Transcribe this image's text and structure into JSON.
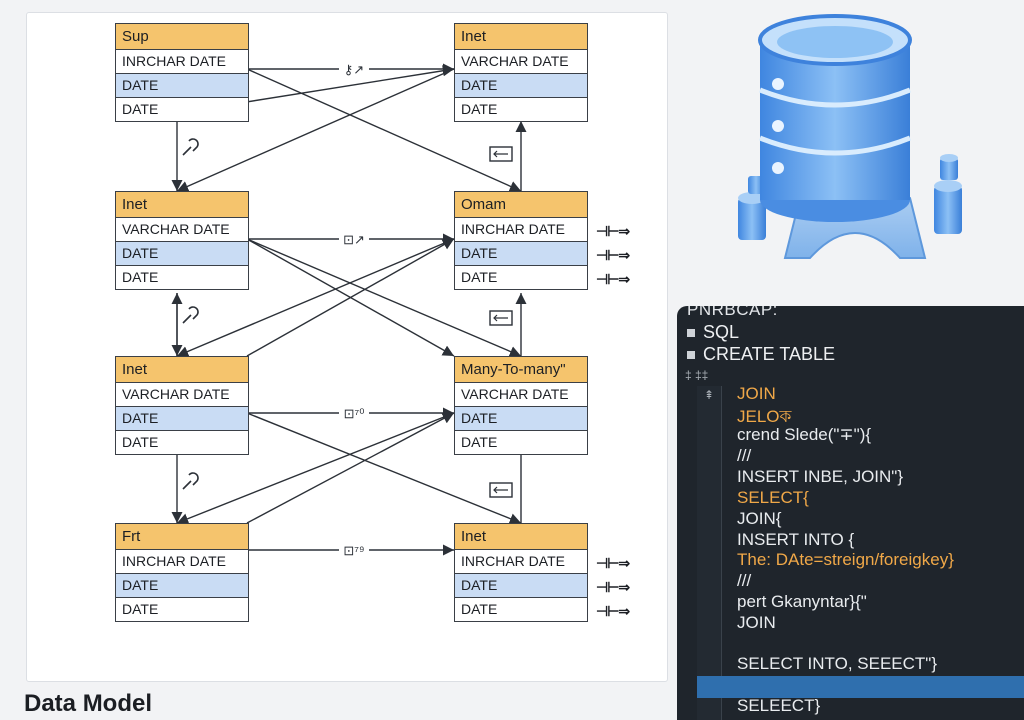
{
  "diagram": {
    "title": "Data Model",
    "tables": [
      {
        "id": "t1",
        "name": "Sup",
        "rows": [
          "INRCHAR DATE",
          "DATE",
          "DATE"
        ]
      },
      {
        "id": "t2",
        "name": "Inet",
        "rows": [
          "VARCHAR DATE",
          "DATE",
          "DATE"
        ]
      },
      {
        "id": "t3",
        "name": "Inet",
        "rows": [
          "VARCHAR DATE",
          "DATE",
          "DATE"
        ]
      },
      {
        "id": "t4",
        "name": "Omam",
        "rows": [
          "INRCHAR DATE",
          "DATE",
          "DATE"
        ]
      },
      {
        "id": "t5",
        "name": "Inet",
        "rows": [
          "VARCHAR DATE",
          "DATE",
          "DATE"
        ]
      },
      {
        "id": "t6",
        "name": "Many-To-many\"",
        "rows": [
          "VARCHAR DATE",
          "DATE",
          "DATE"
        ]
      },
      {
        "id": "t7",
        "name": "Frt",
        "rows": [
          "INRCHAR DATE",
          "DATE",
          "DATE"
        ]
      },
      {
        "id": "t8",
        "name": "Inet",
        "rows": [
          "INRCHAR DATE",
          "DATE",
          "DATE"
        ]
      }
    ],
    "relation_labels": [
      "⚷↗",
      "⊡↗",
      "⊡⁷⁰",
      "⊡⁷⁹"
    ],
    "side_arrow_text": "⊣⊢⇒"
  },
  "code_panel": {
    "title": "PNRBCAP:",
    "menu": [
      "SQL",
      "CREATE TABLE"
    ],
    "gutter_top": "‡ ‡‡",
    "gutter_mark": "⇞",
    "lines": [
      {
        "text": "JOIN",
        "color": "orange"
      },
      {
        "text": "JELOক",
        "color": "orange"
      },
      {
        "text": "crend Slede(\"∓\"){",
        "color": "white"
      },
      {
        "text": "///",
        "color": "white"
      },
      {
        "text": "INSERT INBE, JOIN\"}",
        "color": "white"
      },
      {
        "text": "SELECT{",
        "color": "orange"
      },
      {
        "text": "JOIN{",
        "color": "white"
      },
      {
        "text": "INSERT INTO {",
        "color": "white"
      },
      {
        "text": "The: DAte=streign/foreigkey}",
        "color": "orange"
      },
      {
        "text": "///",
        "color": "white"
      },
      {
        "text": "pert Gkanyntar}{\"",
        "color": "white"
      },
      {
        "text": "JOIN",
        "color": "white"
      },
      {
        "text": "",
        "color": "white"
      },
      {
        "text": "SELECT INTO, SEEECT\"}",
        "color": "white"
      },
      {
        "text": "",
        "color": "white"
      },
      {
        "text": "SELEECT}",
        "color": "white"
      }
    ]
  },
  "colors": {
    "header": "#f5c46d",
    "highlight_row": "#c9dcf4",
    "code_bg": "#1f252c",
    "code_keyword": "#f0a848",
    "code_selection": "#2f6fae",
    "db_blue": "#5b9be4"
  }
}
